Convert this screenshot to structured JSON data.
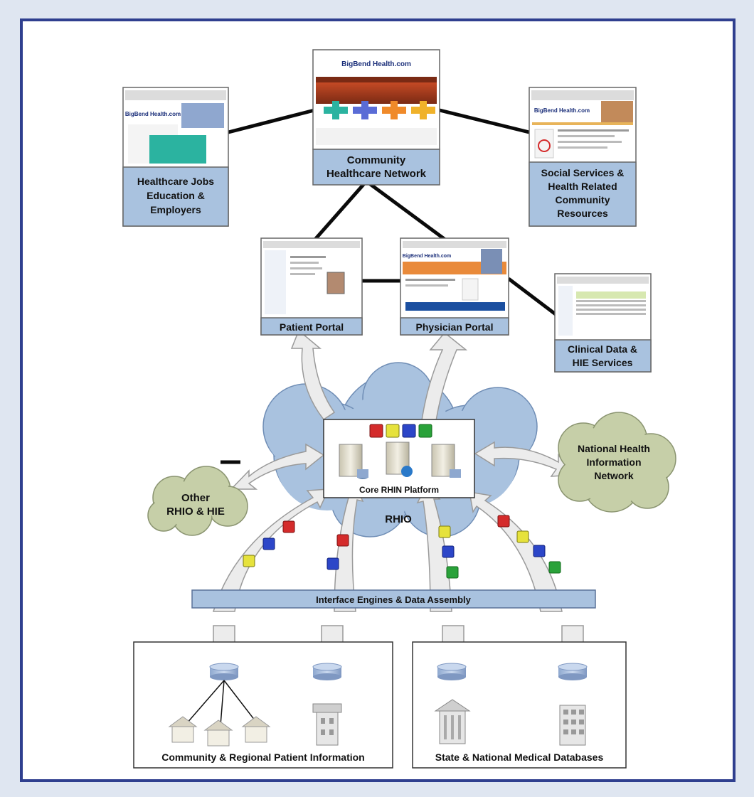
{
  "colors": {
    "outer_bg": "#dfe6f1",
    "frame_border": "#2f3f8f",
    "panel_bg": "#ffffff",
    "label_blue": "#a9c2df",
    "cloud_blue": "#a9c2df",
    "cloud_green": "#c6cfa8",
    "arrow_fill": "#ececec",
    "connector": "#0a0a0a"
  },
  "nodes": {
    "community_network": {
      "label_line1": "Community",
      "label_line2": "Healthcare Network",
      "site_name": "BigBend Health.com"
    },
    "jobs": {
      "label_line1": "Healthcare Jobs",
      "label_line2": "Education &",
      "label_line3": "Employers",
      "site_name": "BigBend Health.com"
    },
    "social": {
      "label_line1": "Social Services &",
      "label_line2": "Health Related",
      "label_line3": "Community",
      "label_line4": "Resources",
      "site_name": "BigBend Health.com"
    },
    "patient_portal": {
      "label": "Patient Portal"
    },
    "physician_portal": {
      "label": "Physician Portal",
      "site_name": "BigBend Health.com"
    },
    "clinical_data": {
      "label_line1": "Clinical Data &",
      "label_line2": "HIE Services"
    }
  },
  "core": {
    "label": "Core RHIN Platform",
    "cloud_label": "RHIO"
  },
  "other_rhio": {
    "line1": "Other",
    "line2": "RHIO & HIE"
  },
  "national": {
    "line1": "National Health",
    "line2": "Information",
    "line3": "Network"
  },
  "interface_bar": {
    "label": "Interface Engines & Data Assembly"
  },
  "bottom_left": {
    "label": "Community & Regional Patient Information"
  },
  "bottom_right": {
    "label": "State & National Medical Databases"
  }
}
